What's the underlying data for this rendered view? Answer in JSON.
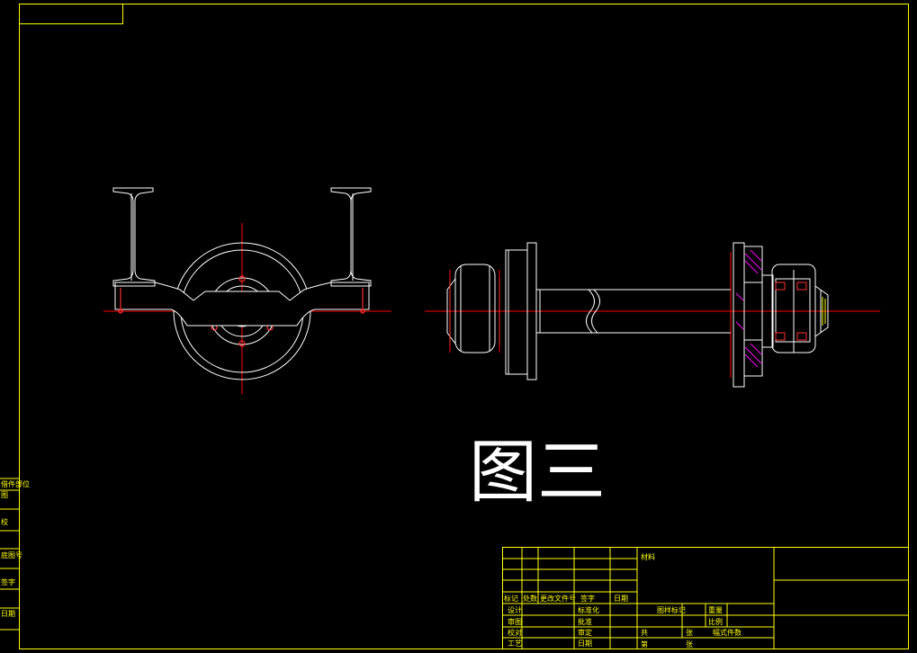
{
  "caption": "图三",
  "colors": {
    "background": "#000000",
    "frame": "#ffff00",
    "geometry": "#ffffff",
    "centerline": "#ff0000",
    "section": "#ff00ff",
    "holes": "#ff3030"
  },
  "side_labels": [
    "借件部位",
    "图",
    "校",
    "底图号",
    "签字",
    "日期"
  ],
  "title_block": {
    "material_mark": "材料",
    "header": [
      "标记",
      "处数",
      "更改文件号",
      "签字",
      "日期"
    ],
    "row_design": [
      "设计",
      "标准化"
    ],
    "row_draw": [
      "审图",
      "批准"
    ],
    "row_check": [
      "校对",
      "审定"
    ],
    "row_process": [
      "工艺",
      "日期"
    ],
    "stage_mark": "图样标记",
    "weight": "重量",
    "scale": "比例",
    "sheet_total": "共",
    "sheet": "张",
    "sheet_no": "第",
    "sheet_no_unit": "张",
    "format": "幅式件数"
  }
}
